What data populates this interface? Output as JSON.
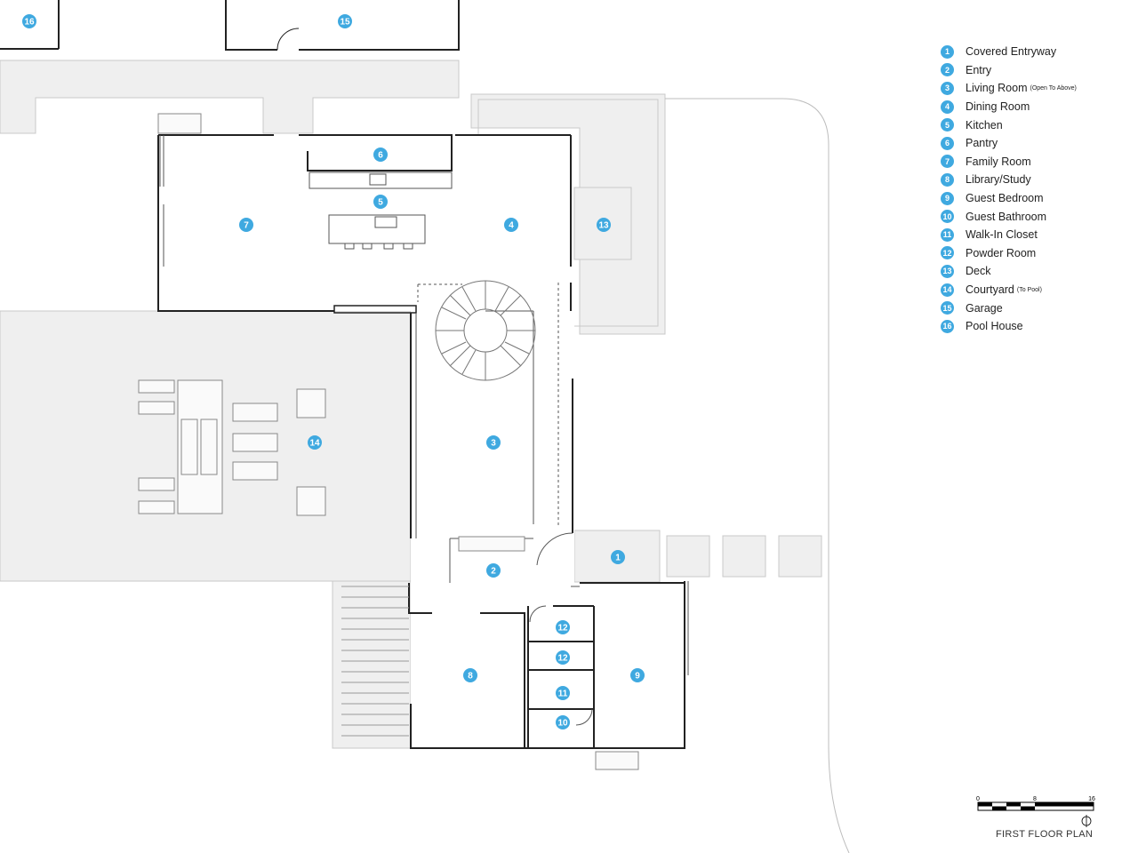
{
  "accent_color": "#3fa9e0",
  "legend": [
    {
      "num": "1",
      "label": "Covered Entryway",
      "note": ""
    },
    {
      "num": "2",
      "label": "Entry",
      "note": ""
    },
    {
      "num": "3",
      "label": "Living Room",
      "note": "(Open To Above)"
    },
    {
      "num": "4",
      "label": "Dining Room",
      "note": ""
    },
    {
      "num": "5",
      "label": "Kitchen",
      "note": ""
    },
    {
      "num": "6",
      "label": "Pantry",
      "note": ""
    },
    {
      "num": "7",
      "label": "Family Room",
      "note": ""
    },
    {
      "num": "8",
      "label": "Library/Study",
      "note": ""
    },
    {
      "num": "9",
      "label": "Guest Bedroom",
      "note": ""
    },
    {
      "num": "10",
      "label": "Guest Bathroom",
      "note": ""
    },
    {
      "num": "11",
      "label": "Walk-In Closet",
      "note": ""
    },
    {
      "num": "12",
      "label": "Powder Room",
      "note": ""
    },
    {
      "num": "13",
      "label": "Deck",
      "note": ""
    },
    {
      "num": "14",
      "label": "Courtyard",
      "note": "(To Pool)"
    },
    {
      "num": "15",
      "label": "Garage",
      "note": ""
    },
    {
      "num": "16",
      "label": "Pool House",
      "note": ""
    }
  ],
  "markers": [
    "16",
    "15",
    "6",
    "5",
    "7",
    "4",
    "13",
    "3",
    "14",
    "1",
    "2",
    "12",
    "12",
    "8",
    "9",
    "11",
    "10"
  ],
  "scale": {
    "ticks": [
      "0",
      "8",
      "16"
    ],
    "title": "FIRST FLOOR PLAN"
  }
}
